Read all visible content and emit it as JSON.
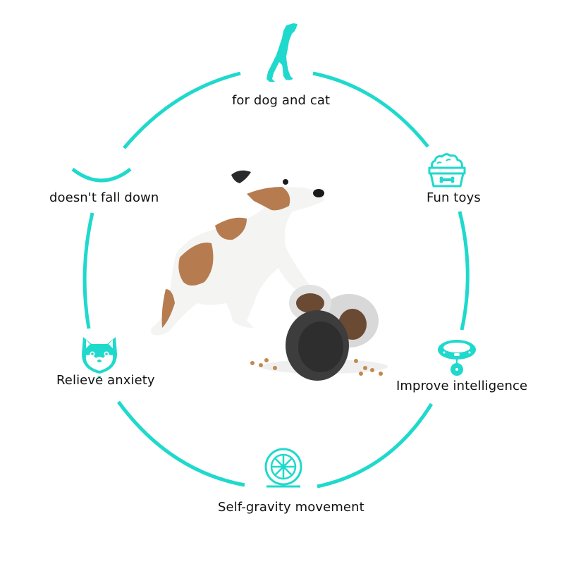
{
  "theme": {
    "accent": "#1fd9cc",
    "text": "#111111",
    "background": "#ffffff"
  },
  "features": [
    {
      "label": "for dog and cat",
      "icon": "dog-and-cat-silhouette-icon"
    },
    {
      "label": "Fun toys",
      "icon": "food-bowl-icon"
    },
    {
      "label": "Improve intelligence",
      "icon": "pet-collar-icon"
    },
    {
      "label": "Self-gravity movement",
      "icon": "wheel-icon"
    },
    {
      "label": "Relieve anxiety",
      "icon": "shiba-face-icon"
    },
    {
      "label": "doesn't fall down",
      "icon": "smile-arc-icon"
    }
  ],
  "center": {
    "subject": "Jack Russell terrier pushing a black tumbler treat-dispensing toy with scattered kibble"
  }
}
